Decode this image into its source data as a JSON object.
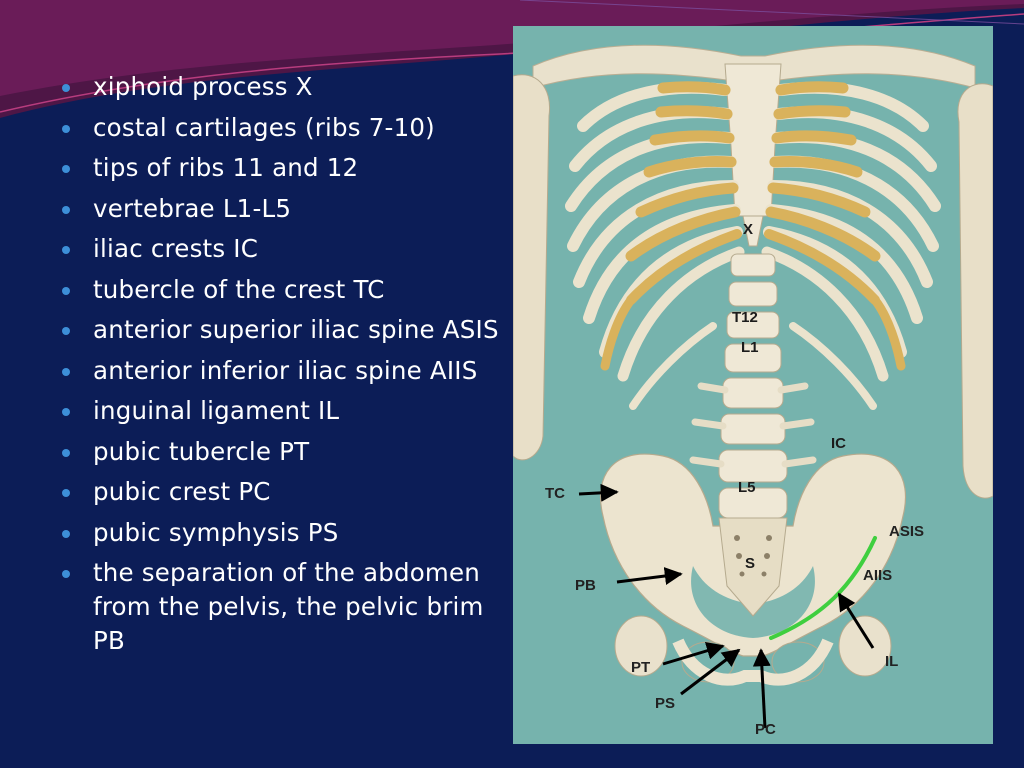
{
  "slide": {
    "bullets": [
      {
        "text": "xiphoid process X"
      },
      {
        "text": "costal cartilages (ribs 7-10)"
      },
      {
        "text": "tips of ribs 11 and 12"
      },
      {
        "text": "vertebrae L1-L5"
      },
      {
        "text": "iliac crests IC"
      },
      {
        "text": "tubercle of the crest TC"
      },
      {
        "text": "anterior superior iliac spine ASIS"
      },
      {
        "text": "anterior inferior iliac spine AIIS"
      },
      {
        "text": "inguinal ligament IL"
      },
      {
        "text": "pubic tubercle PT"
      },
      {
        "text": "pubic crest PC"
      },
      {
        "text": "pubic symphysis PS"
      },
      {
        "text": "the separation of the abdomen from the pelvis, the pelvic brim PB"
      }
    ]
  },
  "figure": {
    "labels": {
      "x": "X",
      "t12": "T12",
      "l1": "L1",
      "ic": "IC",
      "l5": "L5",
      "tc": "TC",
      "asis": "ASIS",
      "aiis": "AIIS",
      "s": "S",
      "pb": "PB",
      "pt": "PT",
      "ps": "PS",
      "pc": "PC",
      "il": "IL"
    }
  },
  "colors": {
    "background": "#0c1d57",
    "bullet": "#3d8fd8",
    "figure_background": "#76b3ad",
    "bone": "#efe8d6",
    "cartilage": "#d9b25c",
    "inguinal_ligament": "#3fcf3f"
  }
}
